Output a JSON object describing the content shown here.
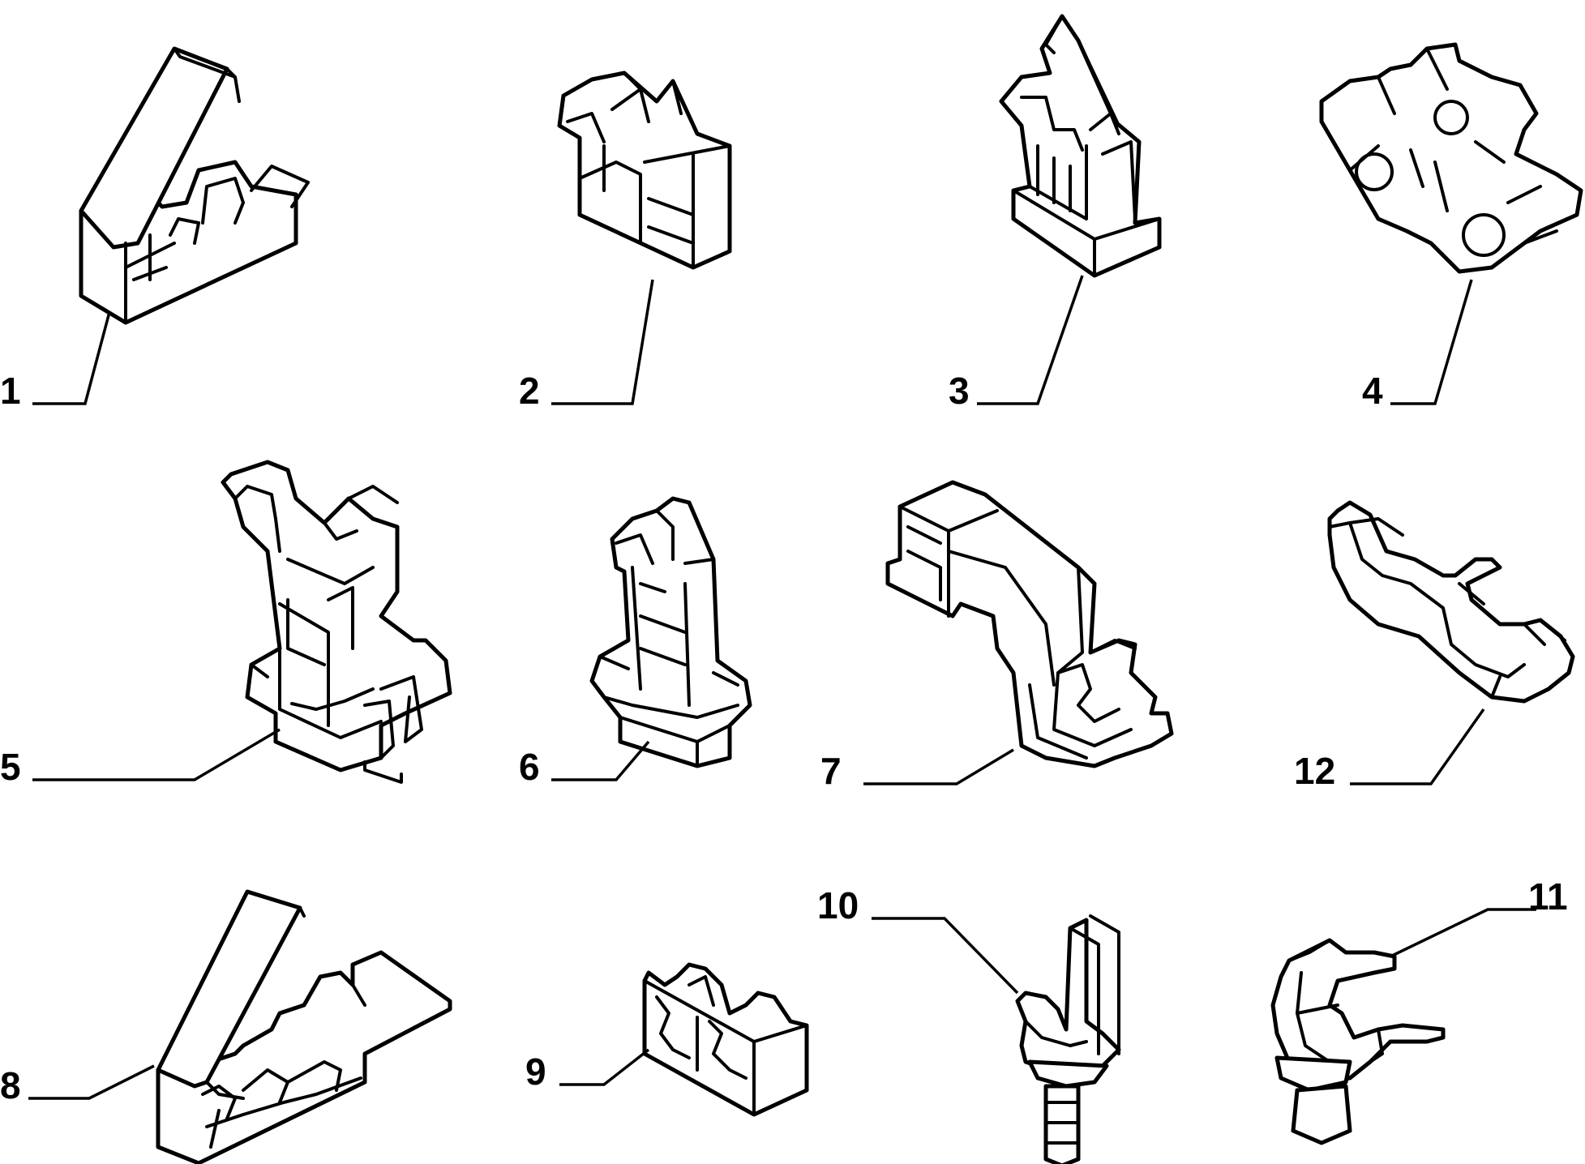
{
  "parts": [
    {
      "number": "1",
      "icon": "twin-pipe-clip-with-hinged-lid-icon"
    },
    {
      "number": "2",
      "icon": "single-pipe-clip-block-icon"
    },
    {
      "number": "3",
      "icon": "pipe-clip-with-base-plate-icon"
    },
    {
      "number": "4",
      "icon": "triple-pipe-clip-icon"
    },
    {
      "number": "5",
      "icon": "pipe-clip-with-flange-and-bracket-icon"
    },
    {
      "number": "6",
      "icon": "push-in-pipe-clip-with-disc-icon"
    },
    {
      "number": "7",
      "icon": "bridge-bracket-clip-icon"
    },
    {
      "number": "12",
      "icon": "double-open-pipe-clip-icon"
    },
    {
      "number": "8",
      "icon": "triple-pipe-clip-with-long-lid-icon"
    },
    {
      "number": "9",
      "icon": "double-pipe-clip-block-icon"
    },
    {
      "number": "10",
      "icon": "single-hook-clip-with-stud-icon"
    },
    {
      "number": "11",
      "icon": "ring-clip-with-stud-icon"
    }
  ],
  "colors": {
    "line": "#000000",
    "background": "#ffffff"
  }
}
